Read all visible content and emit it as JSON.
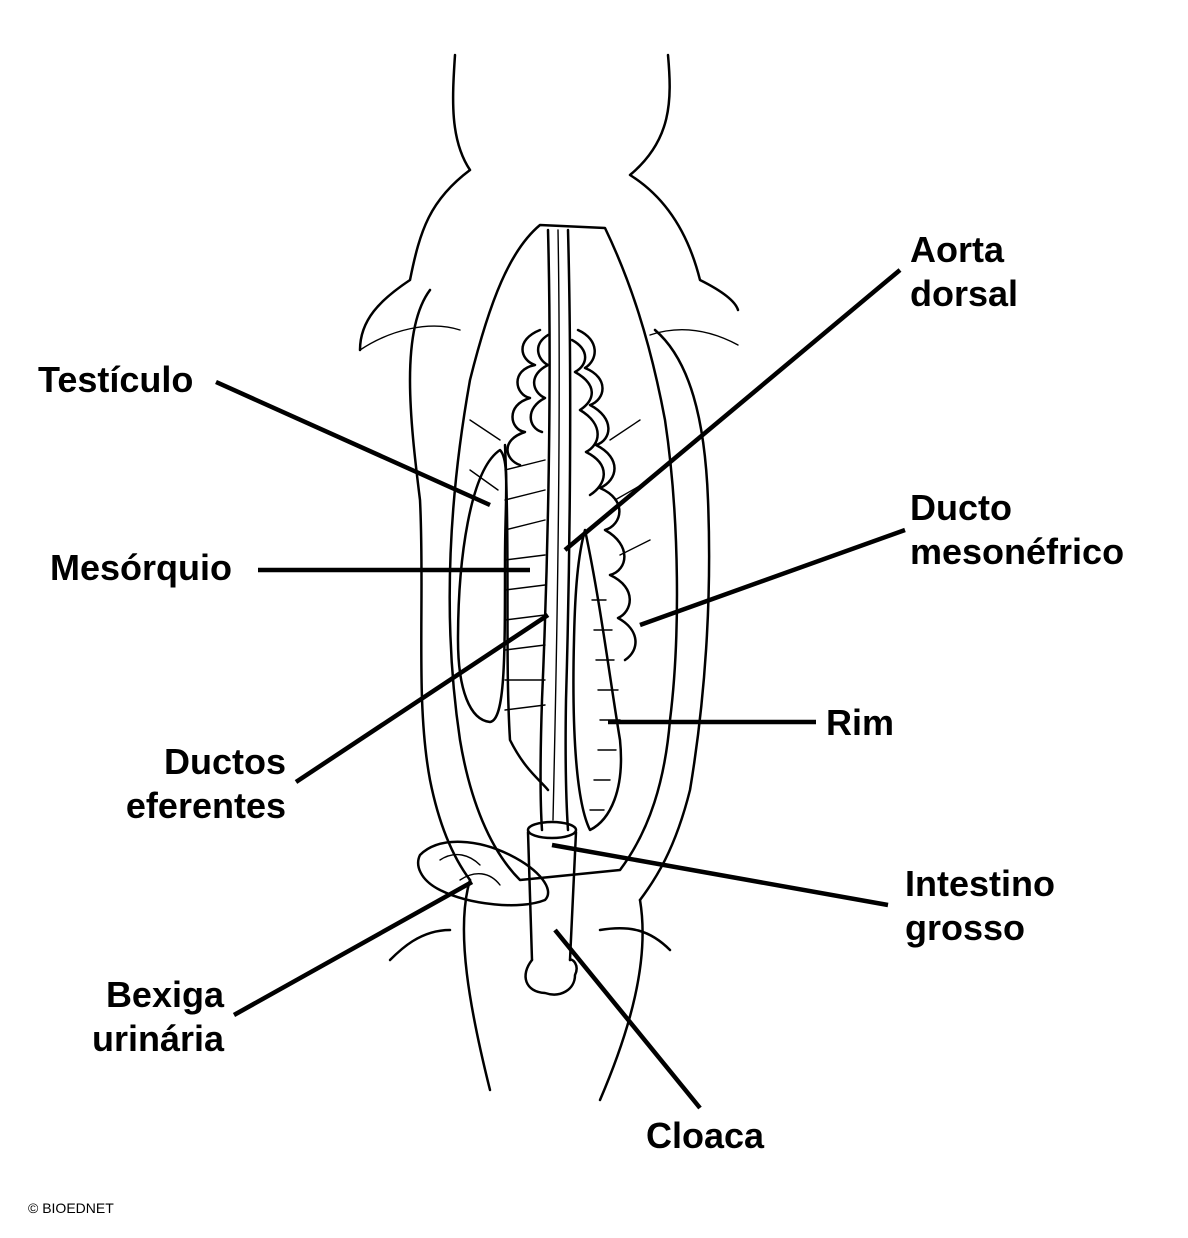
{
  "labels": {
    "aorta": [
      "Aorta",
      "dorsal"
    ],
    "testiculo": "Testículo",
    "ducto_mesonefrico": [
      "Ducto",
      "mesonéfrico"
    ],
    "mesorquio": "Mesórquio",
    "rim": "Rim",
    "ductos_eferentes": [
      "Ductos",
      "eferentes"
    ],
    "intestino_grosso": [
      "Intestino",
      "grosso"
    ],
    "bexiga_urinaria": [
      "Bexiga",
      "urinária"
    ],
    "cloaca": "Cloaca"
  },
  "credit": "© BIOEDNET"
}
